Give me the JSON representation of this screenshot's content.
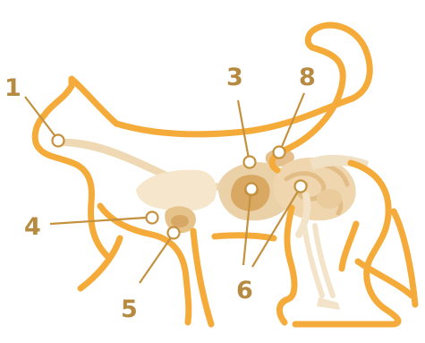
{
  "labels": {
    "l1": "1",
    "l3": "3",
    "l8": "8",
    "l4": "4",
    "l5": "5",
    "l6": "6"
  },
  "colors": {
    "outline": "#f5ab3a",
    "label": "#b78a42",
    "organ_light": "#f3e3c6",
    "organ_mid": "#e9c997",
    "organ_dark": "#d9a964"
  }
}
